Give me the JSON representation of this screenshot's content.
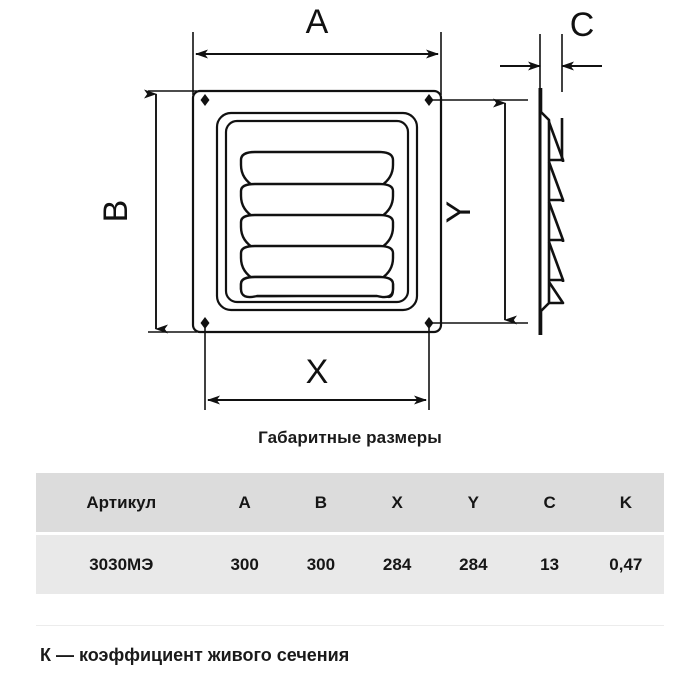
{
  "drawing": {
    "labels": {
      "a": "A",
      "b": "B",
      "c": "C",
      "x": "X",
      "y": "Y"
    },
    "caption": "Габаритные размеры",
    "louver_count": 5,
    "icon_names": {
      "front_view": "ventilation-grille-front-view-icon",
      "side_view": "ventilation-grille-side-view-icon"
    }
  },
  "table": {
    "headers": [
      "Артикул",
      "A",
      "B",
      "X",
      "Y",
      "C",
      "K"
    ],
    "rows": [
      [
        "3030МЭ",
        "300",
        "300",
        "284",
        "284",
        "13",
        "0,47"
      ]
    ]
  },
  "footer": {
    "note": "К — коэффициент живого сечения"
  },
  "colors": {
    "line": "#111111",
    "header_row_bg": "#dcdcdc",
    "data_row_bg": "#e9e9e9",
    "divider": "#ececec",
    "text": "#1a1a1a",
    "page_bg": "#ffffff"
  }
}
